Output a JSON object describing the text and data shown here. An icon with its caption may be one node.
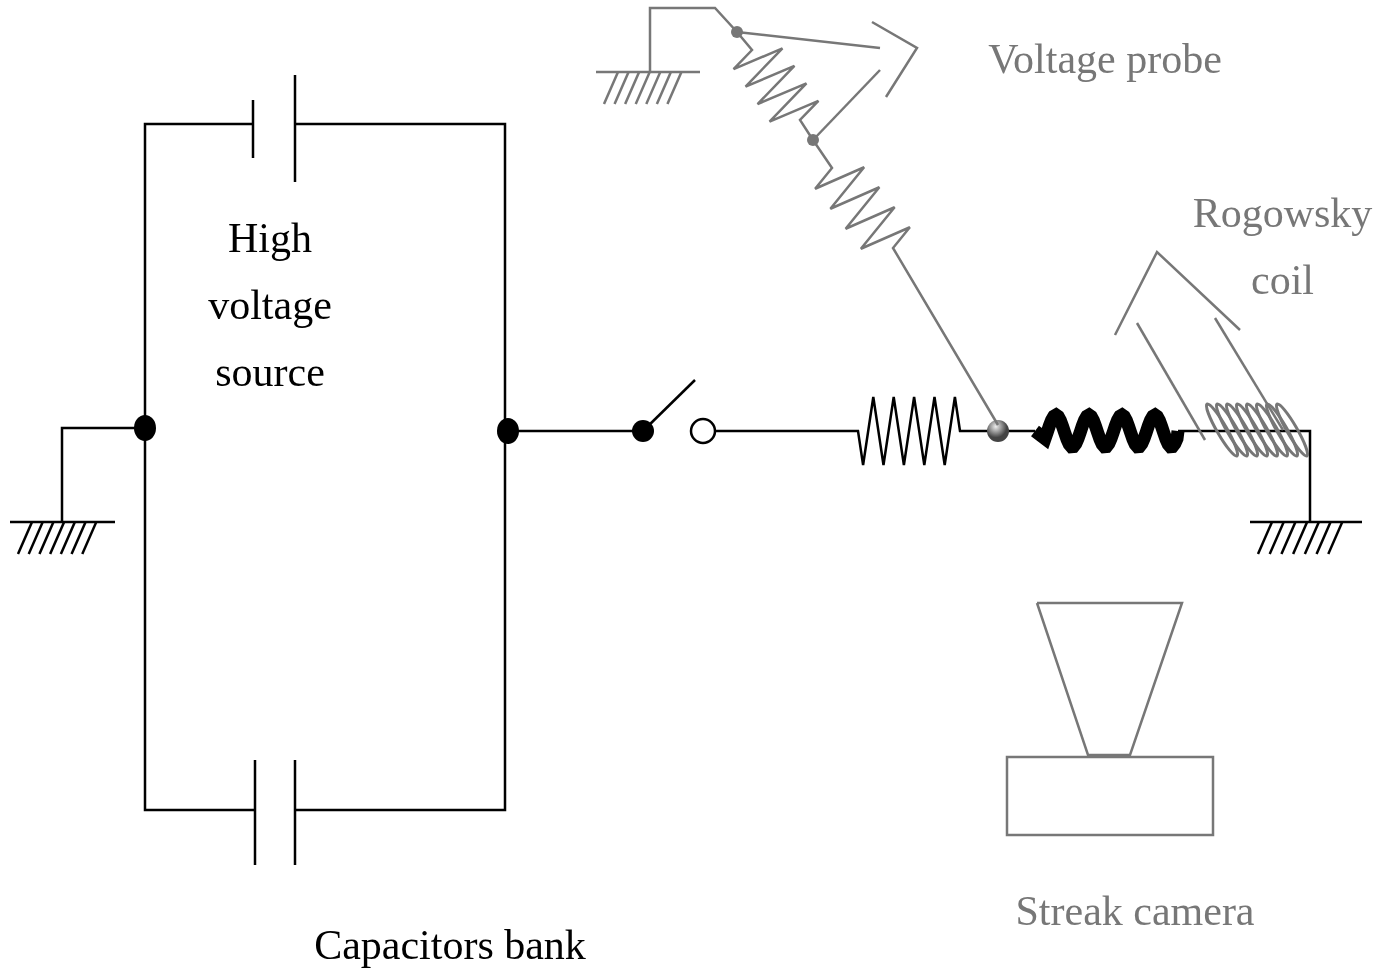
{
  "diagram": {
    "labels": [
      "Voltage probe",
      "Rogowsky coil",
      "High voltage source",
      "Streak camera",
      "Capacitors bank"
    ]
  }
}
